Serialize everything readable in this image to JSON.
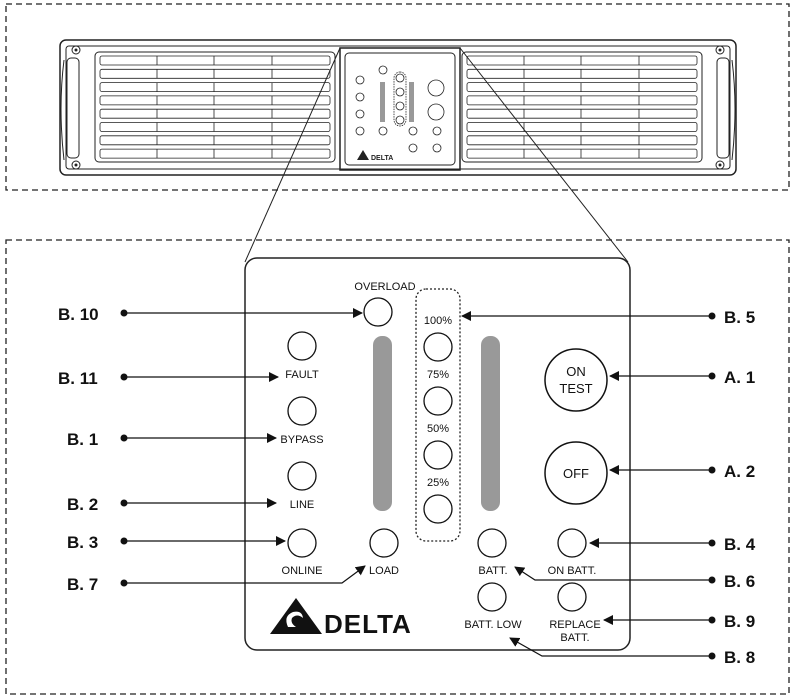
{
  "panel": {
    "overload": "OVERLOAD",
    "fault": "FAULT",
    "bypass": "BYPASS",
    "line": "LINE",
    "online": "ONLINE",
    "load": "LOAD",
    "level_100": "100%",
    "level_75": "75%",
    "level_50": "50%",
    "level_25": "25%",
    "batt": "BATT.",
    "batt_low": "BATT. LOW",
    "on_batt": "ON BATT.",
    "replace_batt_1": "REPLACE",
    "replace_batt_2": "BATT.",
    "on_test_1": "ON",
    "on_test_2": "TEST",
    "off": "OFF",
    "brand": "DELTA"
  },
  "refs": {
    "b10": "B. 10",
    "b11": "B. 11",
    "b1": "B. 1",
    "b2": "B. 2",
    "b3": "B. 3",
    "b7": "B. 7",
    "b5": "B. 5",
    "a1": "A. 1",
    "a2": "A. 2",
    "b4": "B. 4",
    "b6": "B. 6",
    "b9": "B. 9",
    "b8": "B. 8"
  },
  "colors": {
    "bar": "#999999",
    "stroke": "#111111"
  }
}
